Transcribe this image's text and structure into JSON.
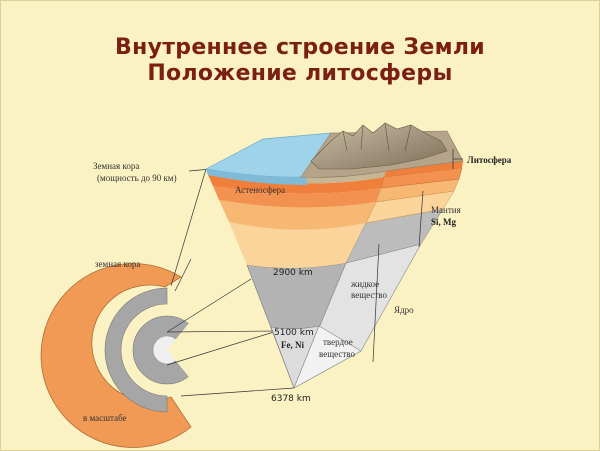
{
  "title": {
    "line1": "Внутреннее строение Земли",
    "line2": "Положение литосферы"
  },
  "labels": {
    "crust_top": "Земная кора",
    "crust_thickness": "(мощность до 90 км)",
    "asthenosphere": "Астеносфера",
    "lithosphere": "Литосфера",
    "mantle": "Мантия",
    "mantle_elements": "Si, Mg",
    "crust_small": "земная кора",
    "depth_2900": "2900 km",
    "liquid_1": "жидкое",
    "liquid_2": "вещество",
    "core": "Ядро",
    "depth_5100": "5100 km",
    "core_elements": "Fe, Ni",
    "solid_1": "твердое",
    "solid_2": "вещество",
    "depth_6378": "6378 km",
    "scale": "в масштабе"
  },
  "colors": {
    "title": "#7a1f12",
    "background": "#fbf2c4",
    "ocean": "#9fd3ea",
    "crust": "#b5a48a",
    "asthenosphere": "#ef7f3b",
    "upper_mantle": "#f59a58",
    "middle_mantle": "#f7b873",
    "lower_mantle": "#fad49a",
    "outer_core": "#b3b3b3",
    "inner_core": "#dcdcdc",
    "ring_orange": "#f09a55",
    "ring_grey": "#a6a6a6"
  }
}
